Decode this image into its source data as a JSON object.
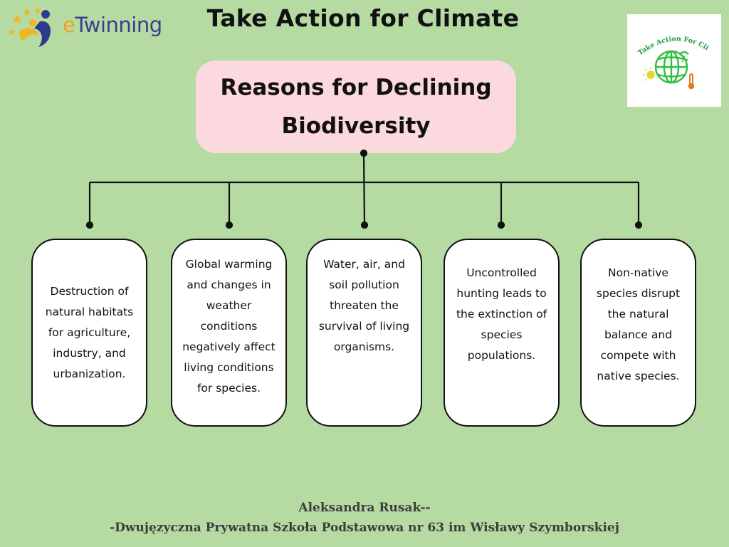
{
  "header": {
    "logo_text": "eTwinning",
    "title": "Take Action for Climate"
  },
  "badge": {
    "text": "Take Action For Climate"
  },
  "center": {
    "title": "Reasons for Declining Biodiversity"
  },
  "reasons": [
    {
      "text": "Destruction of natural habitats for agriculture, industry, and urbanization."
    },
    {
      "text": "Global warming and changes in weather conditions negatively affect living conditions for species."
    },
    {
      "text": "Water, air, and soil pollution threaten the survival of living organisms."
    },
    {
      "text": "Uncontrolled hunting leads to the extinction of species populations."
    },
    {
      "text": "Non-native species disrupt the natural balance and compete with native species."
    }
  ],
  "footer": {
    "author": "Aleksandra Rusak--",
    "school": "-Dwujęzyczna Prywatna Szkoła Podstawowa nr 63 im Wisławy Szymborskiej"
  },
  "colors": {
    "background": "#b5dba3",
    "center_box": "#fcd9de",
    "card": "#ffffff",
    "logo_blue": "#3a3f8f",
    "logo_orange": "#f0a020",
    "badge_green": "#1e9a3a"
  }
}
